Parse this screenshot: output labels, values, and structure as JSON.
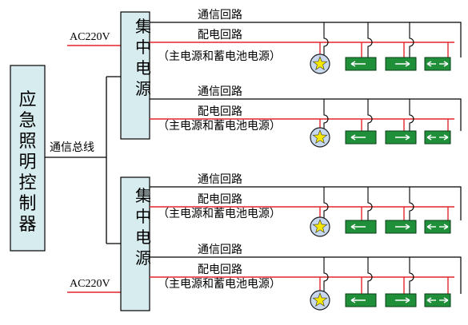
{
  "controller": {
    "label": "应急照明控制器",
    "fill": "#d7ecef"
  },
  "bus_label": "通信总线",
  "power_in_label": "AC220V",
  "power_supply": {
    "label": "集中电源",
    "fill": "#d7ecef"
  },
  "loops": {
    "comm": "通信回路",
    "power": "配电回路",
    "source": "（主电源和蓄电池电源）"
  },
  "colors": {
    "power_line": "#e3242b",
    "sign_fill": "#1f8f3a",
    "lamp_fill": "#c8d8ee",
    "star": "#f3e600"
  },
  "icons": {
    "lamp": "star-lamp-icon",
    "exit_left": "arrow-left-sign-icon",
    "exit_right": "arrow-right-sign-icon",
    "exit_both": "arrow-both-sign-icon"
  }
}
